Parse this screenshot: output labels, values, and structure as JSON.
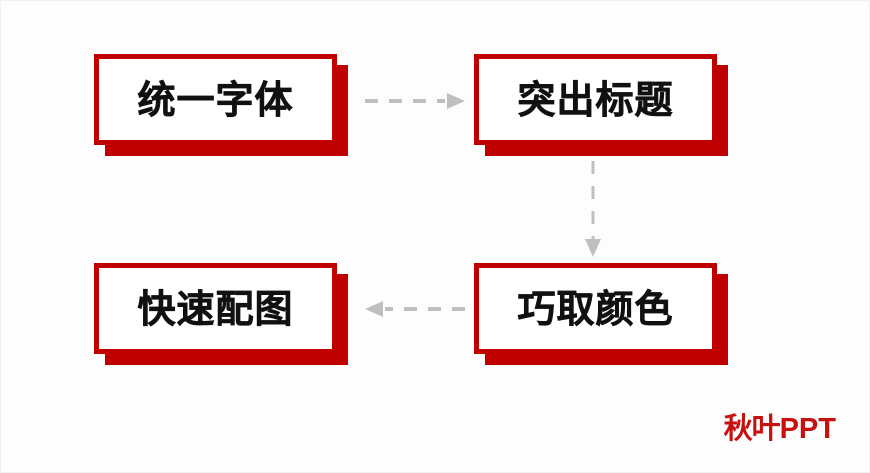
{
  "slide": {
    "background_color": "#fdfdfd",
    "accent_color": "#c00000",
    "arrow_color": "#bfbfbf",
    "text_color": "#111111",
    "logo_color": "#c8100f"
  },
  "nodes": [
    {
      "id": "top-left",
      "label": "统一字体"
    },
    {
      "id": "top-right",
      "label": "突出标题"
    },
    {
      "id": "bottom-left",
      "label": "快速配图"
    },
    {
      "id": "bottom-right",
      "label": "巧取颜色"
    }
  ],
  "arrows": [
    {
      "id": "right",
      "direction": "right",
      "from": "统一字体",
      "to": "突出标题",
      "style": "dashed"
    },
    {
      "id": "down",
      "direction": "down",
      "from": "突出标题",
      "to": "巧取颜色",
      "style": "dashed"
    },
    {
      "id": "left",
      "direction": "left",
      "from": "巧取颜色",
      "to": "快速配图",
      "style": "dashed"
    }
  ],
  "logo": {
    "chinese": "秋叶",
    "latin": "PPT"
  }
}
